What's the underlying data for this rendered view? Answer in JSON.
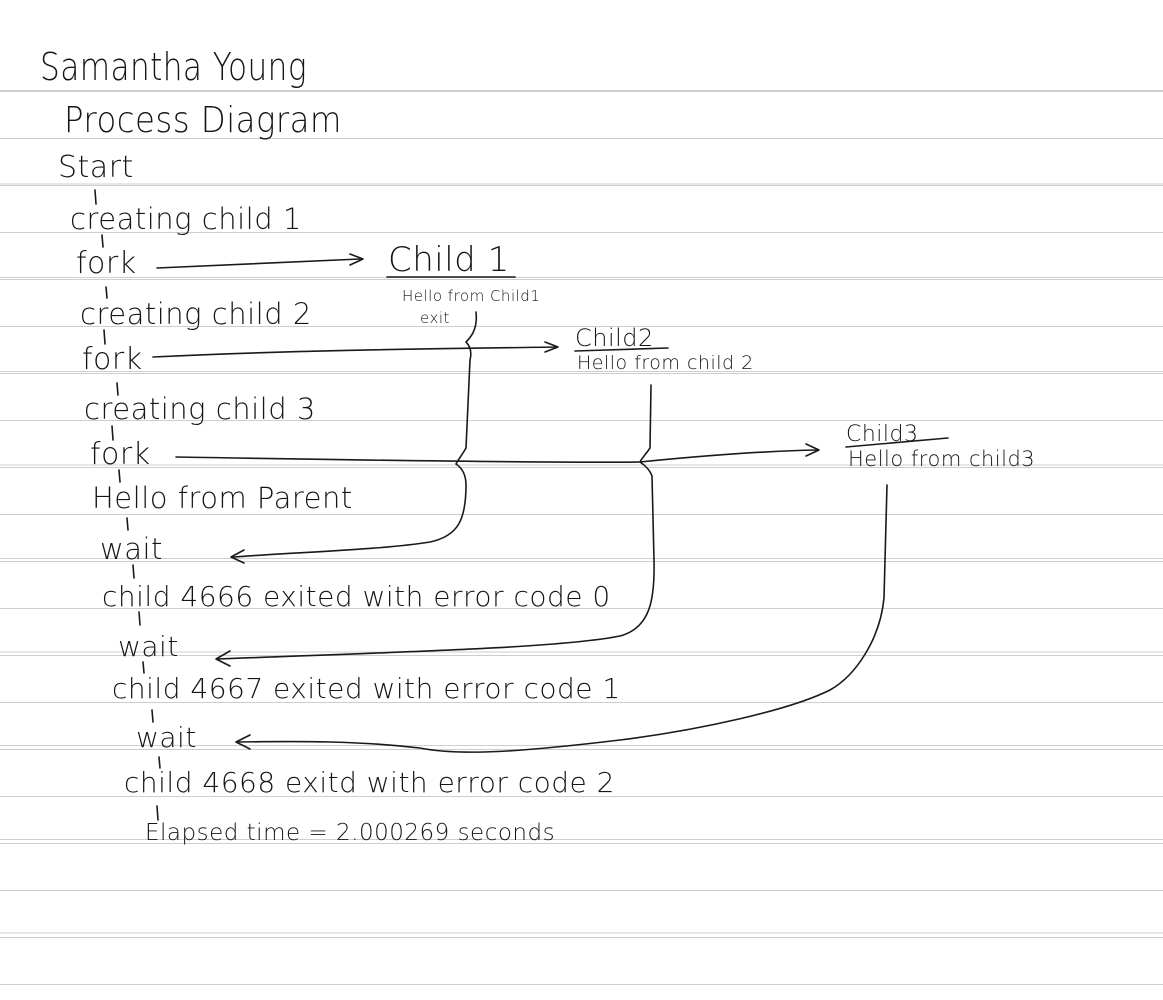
{
  "header": {
    "author": "Samantha Young",
    "title": "Process Diagram"
  },
  "parent_steps": {
    "start": "Start",
    "create_child1": "creating child 1",
    "fork1": "fork",
    "create_child2": "creating child 2",
    "fork2": "fork",
    "create_child3": "creating child 3",
    "fork3": "fork",
    "hello_parent": "Hello from Parent",
    "wait1": "wait",
    "exit1": "child 4666 exited with error code 0",
    "wait2": "wait",
    "exit2": "child 4667 exited with error code 1",
    "wait3": "wait",
    "exit3": "child 4668 exitd with error code 2",
    "elapsed": "Elapsed time = 2.000269 seconds"
  },
  "children": {
    "child1": {
      "title": "Child 1",
      "message": "Hello from Child1",
      "exit": "exit"
    },
    "child2": {
      "title": "Child2",
      "message": "Hello from child 2"
    },
    "child3": {
      "title": "Child3",
      "message": "Hello from child3"
    }
  },
  "colors": {
    "ink": "#151515",
    "paper": "#ffffff",
    "ruled_line": "#cdcdcd"
  }
}
